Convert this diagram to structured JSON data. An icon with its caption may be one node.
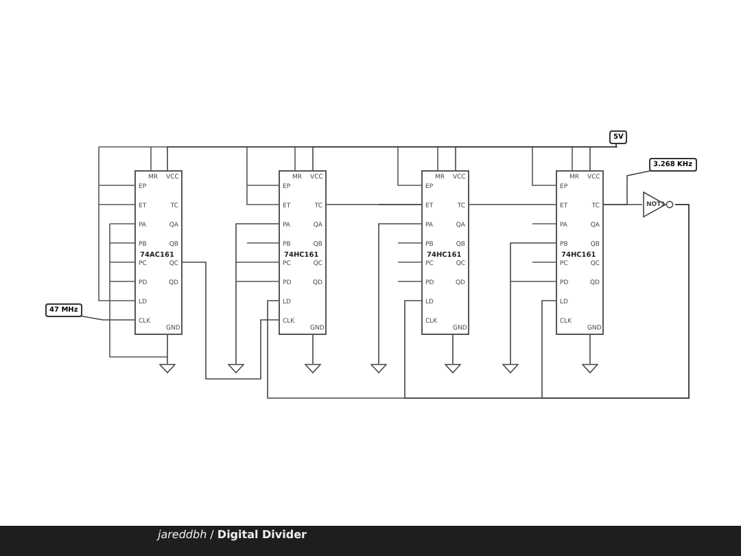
{
  "diagram": {
    "title": "*jareddbh* / **Digital Divider**",
    "nodes": [
      {
        "text": [
          "5V"
        ]
      },
      {
        "text": [
          "3.268 KHz"
        ]
      },
      {
        "text": [
          "74AC161",
          "MR",
          "VCC",
          "EP",
          "ET",
          "TC",
          "PA",
          "QA",
          "PB",
          "QB",
          "PC",
          "QC",
          "PD",
          "QD",
          "LD",
          "CLK",
          "GND"
        ]
      },
      {
        "text": [
          "74HC161",
          "MR",
          "VCC",
          "EP",
          "ET",
          "TC",
          "PA",
          "QA",
          "PB",
          "QB",
          "PC",
          "QC",
          "PD",
          "QD",
          "LD",
          "CLK",
          "GND"
        ]
      },
      {
        "text": [
          "74HC161",
          "MR",
          "VCC",
          "EP",
          "ET",
          "TC",
          "PA",
          "QA",
          "PB",
          "QB",
          "PC",
          "QC",
          "PD",
          "QD",
          "LD",
          "CLK",
          "GND"
        ]
      },
      {
        "text": [
          "74HC161",
          "MR",
          "VCC",
          "EP",
          "ET",
          "TC",
          "PA",
          "QA",
          "PB",
          "QB",
          "PC",
          "QC",
          "PD",
          "QD",
          "LD",
          "CLK",
          "GND"
        ]
      },
      {
        "text": [
          "NOT1"
        ]
      },
      {
        "text": [
          "47 MHz"
        ]
      },
      {
        "text": [],
        "shape": "ground"
      },
      {
        "text": [],
        "shape": "ground"
      },
      {
        "text": [],
        "shape": "ground"
      },
      {
        "text": [],
        "shape": "ground"
      },
      {
        "text": [],
        "shape": "ground"
      },
      {
        "text": [],
        "shape": "ground"
      },
      {
        "text": [],
        "shape": "ground"
      }
    ],
    "edges": [
      {
        "from": 7,
        "to": 2,
        "arrow": "none"
      },
      {
        "from": 0,
        "to": 2,
        "arrow": "none"
      },
      {
        "from": 0,
        "to": 3,
        "arrow": "none"
      },
      {
        "from": 0,
        "to": 4,
        "arrow": "none"
      },
      {
        "from": 0,
        "to": 5,
        "arrow": "none"
      },
      {
        "from": 2,
        "to": 8,
        "arrow": "none"
      },
      {
        "from": 3,
        "to": 10,
        "arrow": "none"
      },
      {
        "from": 4,
        "to": 12,
        "arrow": "none"
      },
      {
        "from": 5,
        "to": 14,
        "arrow": "none"
      },
      {
        "from": 9,
        "to": 3,
        "arrow": "none"
      },
      {
        "from": 11,
        "to": 4,
        "arrow": "none"
      },
      {
        "from": 13,
        "to": 5,
        "arrow": "none"
      },
      {
        "from": 2,
        "to": 3,
        "arrow": "none"
      },
      {
        "from": 3,
        "to": 4,
        "arrow": "none"
      },
      {
        "from": 4,
        "to": 5,
        "arrow": "none"
      },
      {
        "from": 5,
        "to": 6,
        "arrow": "none"
      },
      {
        "from": 1,
        "to": 5,
        "arrow": "none"
      },
      {
        "from": 6,
        "to": 3,
        "arrow": "none"
      },
      {
        "from": 6,
        "to": 4,
        "arrow": "none"
      },
      {
        "from": 6,
        "to": 5,
        "arrow": "none"
      }
    ]
  }
}
